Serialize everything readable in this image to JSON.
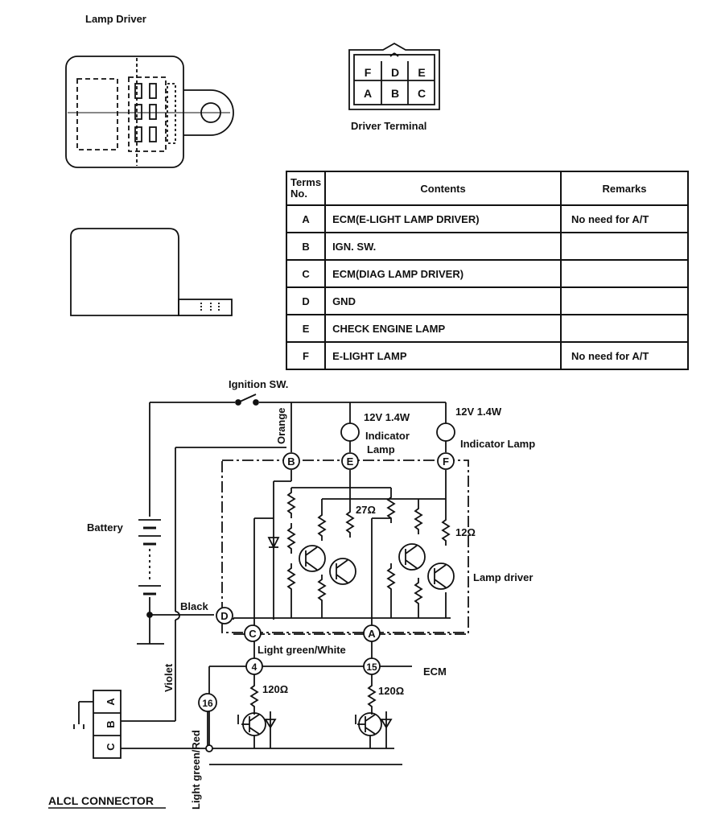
{
  "lamp_driver_title": "Lamp Driver",
  "driver_terminal": {
    "caption": "Driver Terminal",
    "top_row": [
      "F",
      "D",
      "E"
    ],
    "bottom_row": [
      "A",
      "B",
      "C"
    ]
  },
  "terms_table": {
    "headers": {
      "terms_no": "Terms No.",
      "contents": "Contents",
      "remarks": "Remarks"
    },
    "rows": [
      {
        "no": "A",
        "contents": "ECM(E-LIGHT LAMP DRIVER)",
        "remarks": "No need for A/T"
      },
      {
        "no": "B",
        "contents": "IGN. SW.",
        "remarks": ""
      },
      {
        "no": "C",
        "contents": "ECM(DIAG LAMP DRIVER)",
        "remarks": ""
      },
      {
        "no": "D",
        "contents": "GND",
        "remarks": ""
      },
      {
        "no": "E",
        "contents": "CHECK ENGINE LAMP",
        "remarks": ""
      },
      {
        "no": "F",
        "contents": "E-LIGHT LAMP",
        "remarks": "No need for A/T"
      }
    ]
  },
  "schematic": {
    "ignition_sw": "Ignition SW.",
    "orange": "Orange",
    "lamp1_rating": "12V 1.4W",
    "lamp1_name_line1": "Indicator",
    "lamp1_name_line2": "Lamp",
    "lamp2_rating": "12V 1.4W",
    "lamp2_name": "Indicator Lamp",
    "battery": "Battery",
    "black": "Black",
    "violet": "Violet",
    "light_green_white": "Light green/White",
    "light_green_red": "Light green/Red",
    "ecm": "ECM",
    "lamp_driver": "Lamp driver",
    "r27": "27Ω",
    "r12": "12Ω",
    "r120a": "120Ω",
    "r120b": "120Ω",
    "terminals": {
      "b": "B",
      "e": "E",
      "f": "F",
      "d": "D",
      "c": "C",
      "a": "A"
    },
    "pins": {
      "p4": "4",
      "p15": "15",
      "p16": "16"
    },
    "alcl_pins": [
      "A",
      "B",
      "C"
    ],
    "alcl_connector": "ALCL CONNECTOR"
  }
}
